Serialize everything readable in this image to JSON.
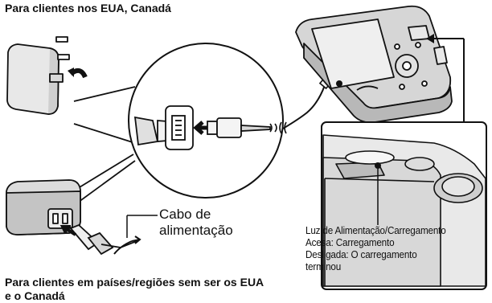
{
  "headings": {
    "top": "Para clientes nos EUA, Canadá",
    "bottom": "Para clientes em países/regiões sem ser os EUA e o Canadá"
  },
  "cable_label": {
    "line1": "Cabo de",
    "line2": "alimentação"
  },
  "callout": {
    "line1": "Luz de Alimentação/Carregamento",
    "line2": "Acesa: Carregamento",
    "line3": "Desligada: O carregamento",
    "line4": "terminou"
  }
}
